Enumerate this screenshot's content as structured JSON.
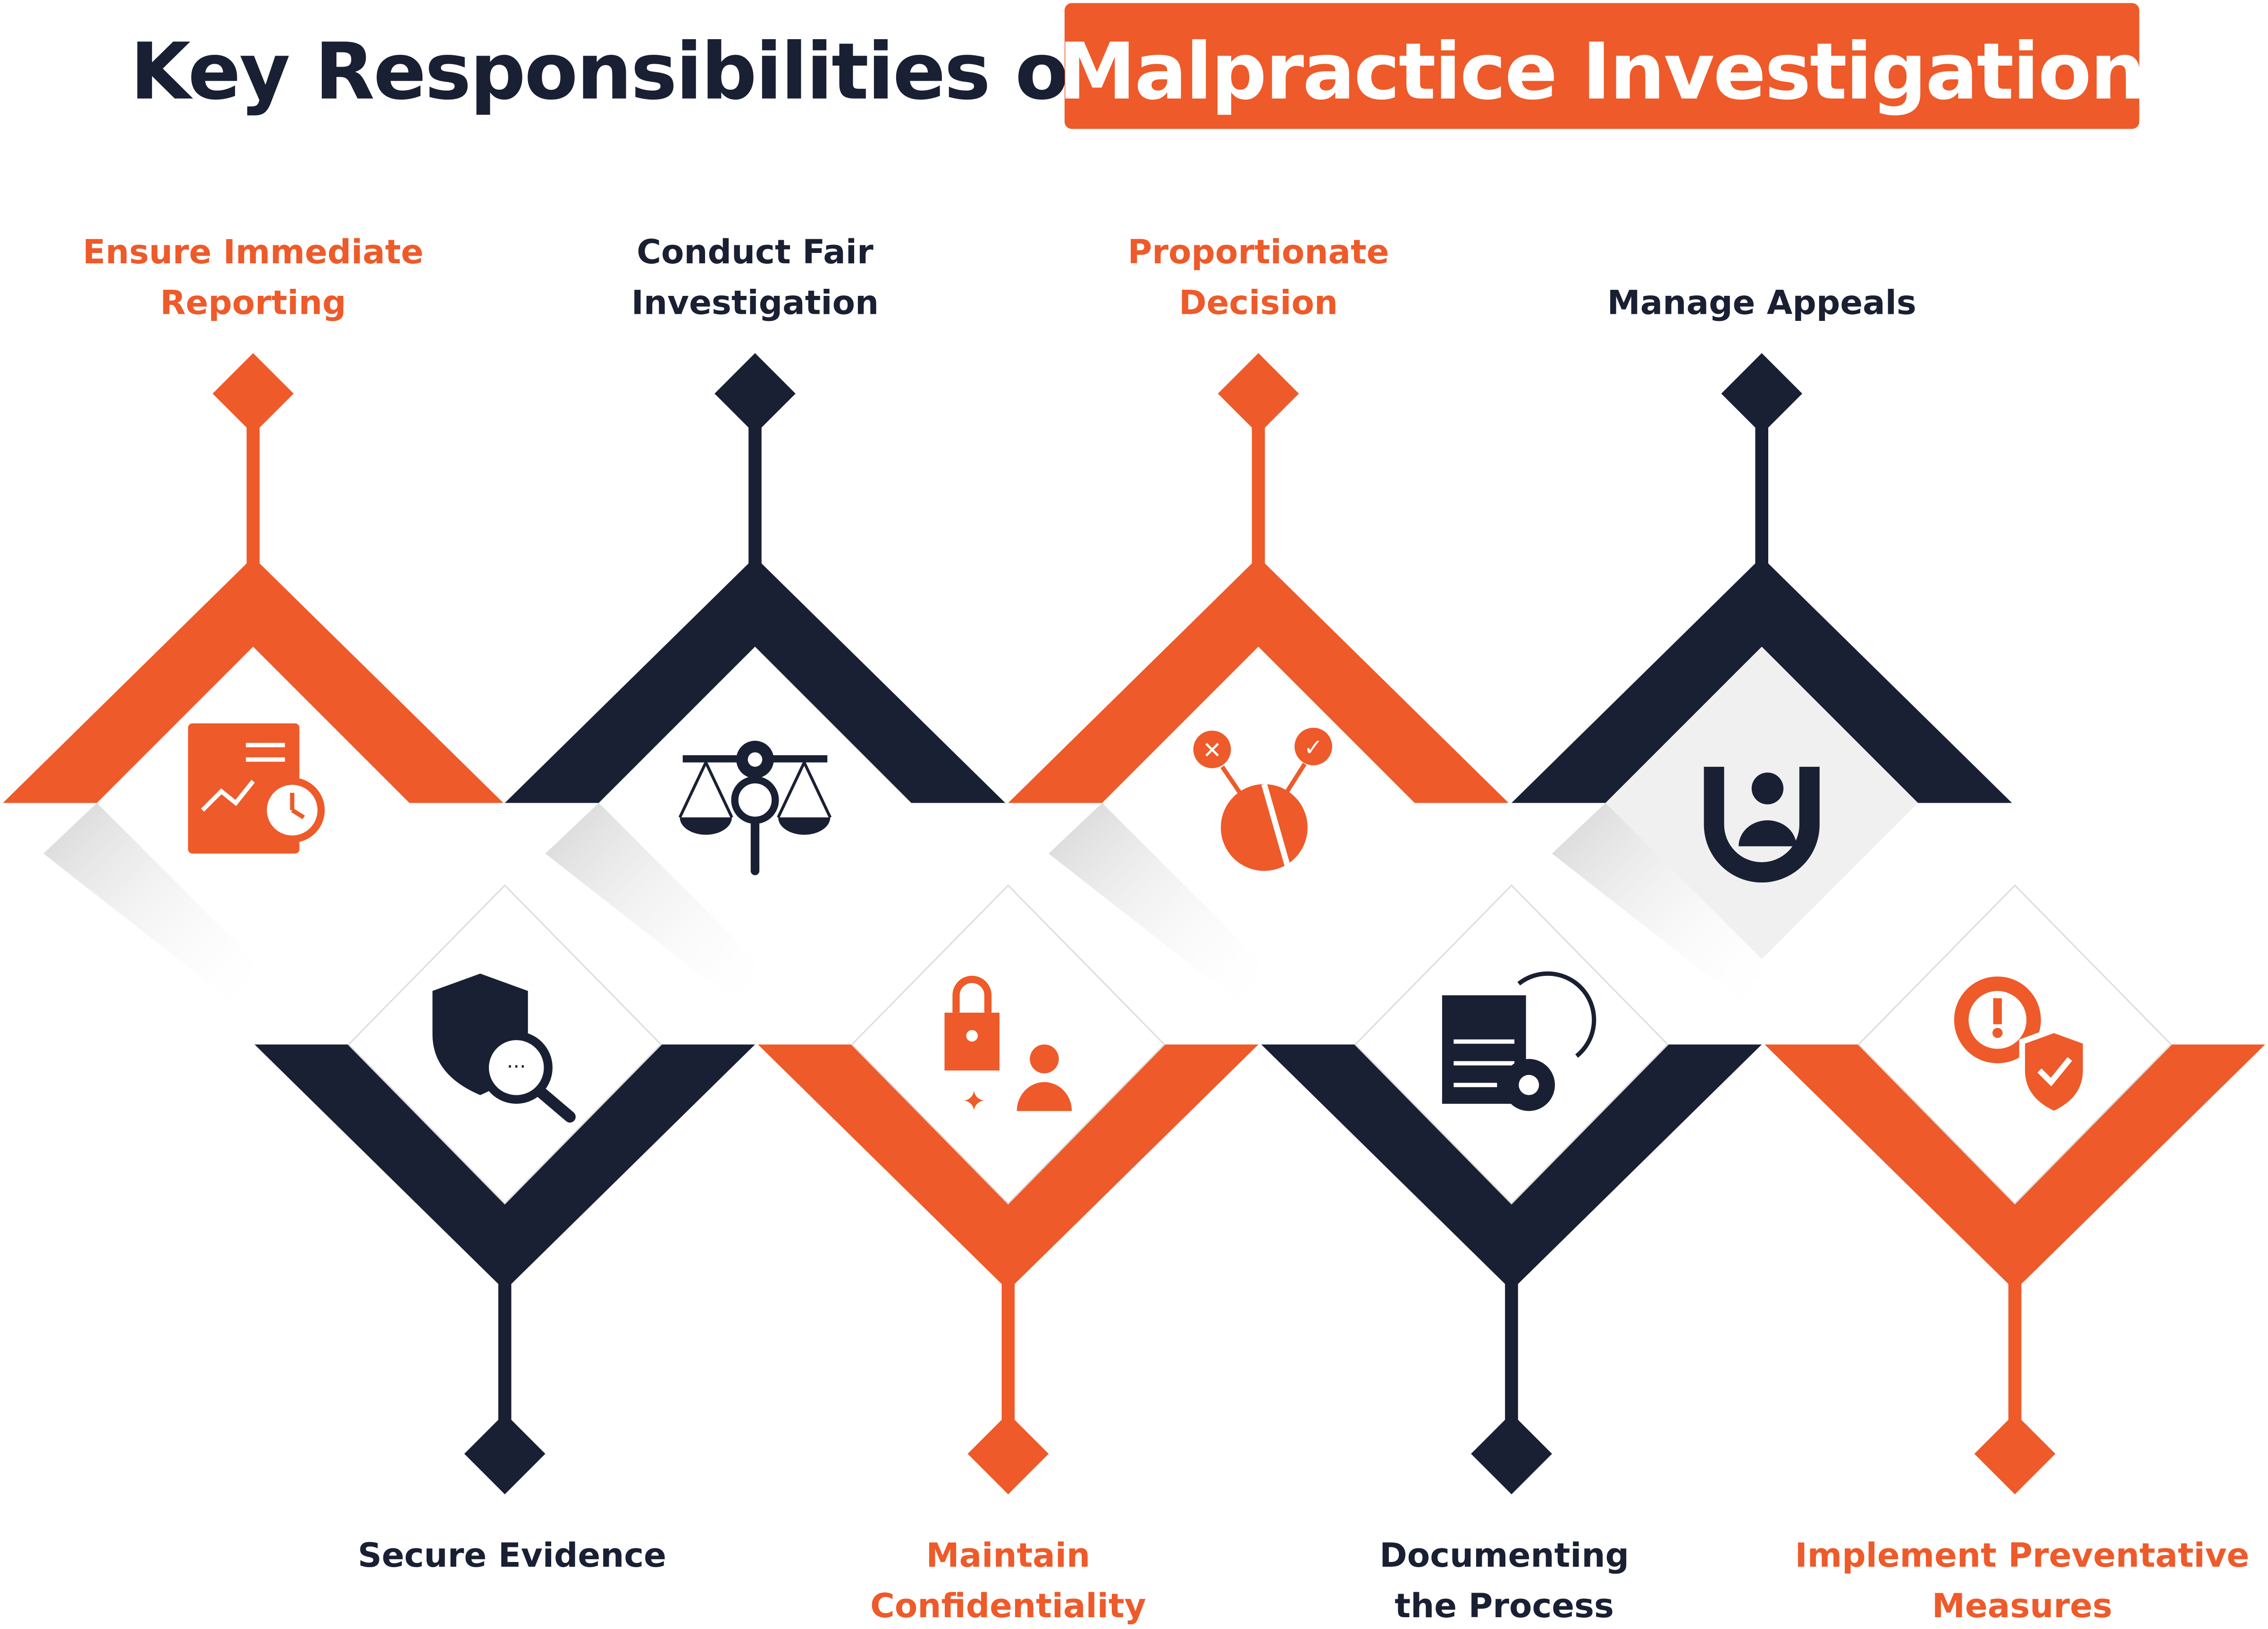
{
  "title": {
    "prefix": "Key Responsibilities of",
    "highlight": "Malpractice Investigation"
  },
  "colors": {
    "orange": "#EE5A29",
    "navy": "#1A2033"
  },
  "top_steps": [
    {
      "line1": "Ensure Immediate",
      "line2": "Reporting",
      "icon": "report-clock-icon",
      "color": "orange"
    },
    {
      "line1": "Conduct Fair",
      "line2": "Investigation",
      "icon": "scales-magnifier-icon",
      "color": "navy"
    },
    {
      "line1": "Proportionate",
      "line2": "Decision",
      "icon": "decision-pie-icon",
      "color": "orange"
    },
    {
      "line1": "",
      "line2": "Manage Appeals",
      "icon": "magnet-person-icon",
      "color": "navy"
    }
  ],
  "bottom_steps": [
    {
      "line1": "Secure Evidence",
      "line2": "",
      "icon": "fingerprint-shield-icon",
      "color": "navy"
    },
    {
      "line1": "Maintain",
      "line2": "Confidentiality",
      "icon": "lock-person-icon",
      "color": "orange"
    },
    {
      "line1": "Documenting",
      "line2": "the Process",
      "icon": "document-gear-icon",
      "color": "navy"
    },
    {
      "line1": "Implement Preventative",
      "line2": "Measures",
      "icon": "gear-shield-icon",
      "color": "orange"
    }
  ]
}
